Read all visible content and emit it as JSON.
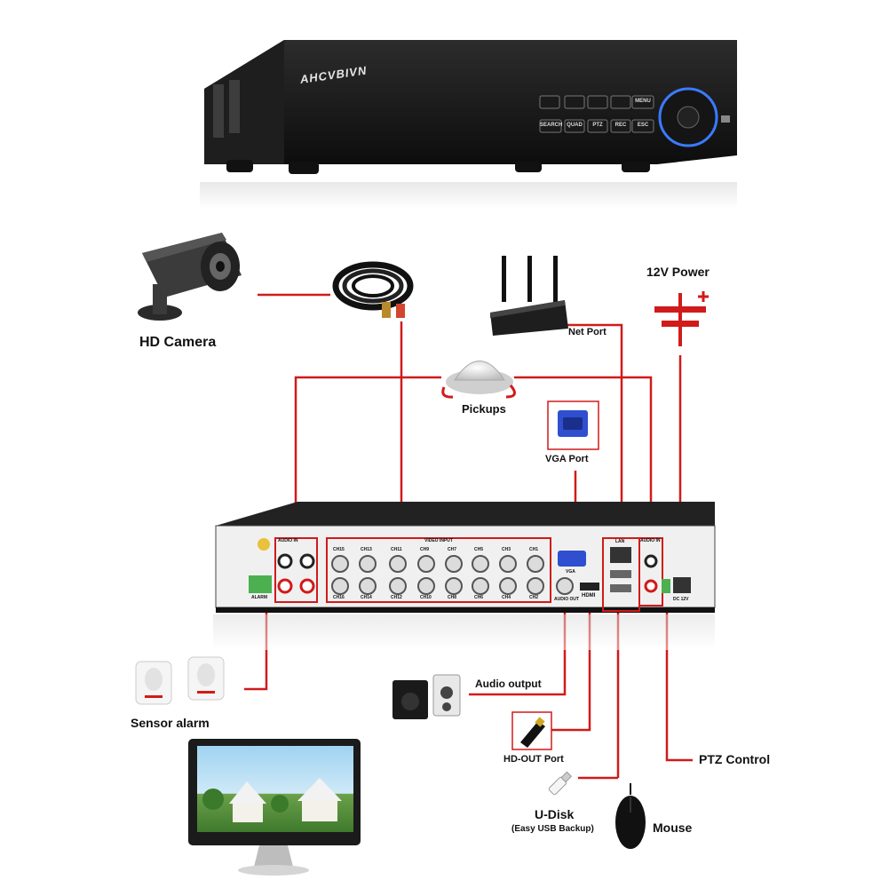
{
  "dvr_top": {
    "brand": "AHCVBIVN",
    "buttons": [
      "SEARCH",
      "QUAD",
      "PTZ",
      "REC",
      "ESC",
      "MENU"
    ]
  },
  "labels": {
    "hd_camera": "HD Camera",
    "pickups": "Pickups",
    "net_port": "Net Port",
    "power": "12V Power",
    "vga_port": "VGA Port",
    "sensor_alarm": "Sensor alarm",
    "audio_output": "Audio output",
    "hd_out_port": "HD-OUT Port",
    "ptz_control": "PTZ Control",
    "u_disk": "U-Disk",
    "u_disk_sub": "(Easy USB Backup)",
    "mouse": "Mouse"
  },
  "rear_panel": {
    "audio_in": "AUDIO IN",
    "video_input": "VIDEO INPUT",
    "audio_in_right": "AUDIO IN",
    "alarm": "ALARM",
    "vga": "VGA",
    "audio_out": "AUDIO OUT",
    "hdmi": "HDMI",
    "lan": "LAN",
    "dc": "DC 12V",
    "channels_top": [
      "CH15",
      "CH13",
      "CH11",
      "CH9",
      "CH7",
      "CH5",
      "CH3",
      "CH1"
    ],
    "channels_bottom": [
      "CH16",
      "CH14",
      "CH12",
      "CH10",
      "CH8",
      "CH6",
      "CH4",
      "CH2"
    ]
  },
  "colors": {
    "wire": "#d11a1a",
    "device_body": "#2b2b2b",
    "panel": "#f0f0f0"
  }
}
